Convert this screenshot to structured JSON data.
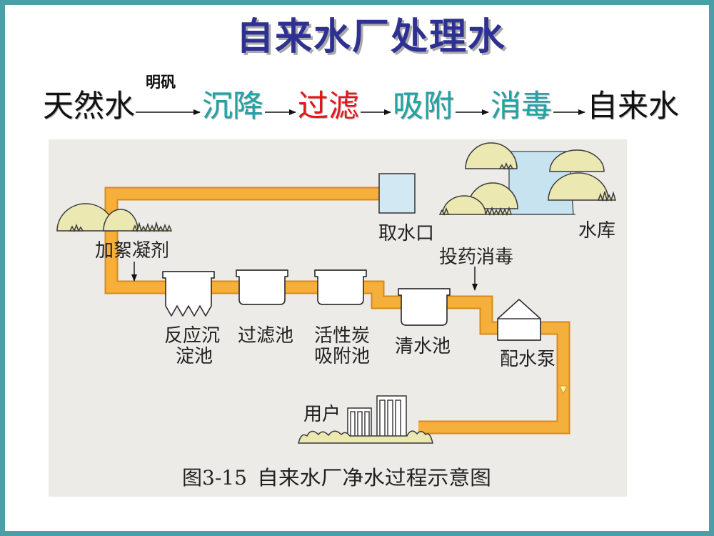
{
  "title": "自来水厂处理水",
  "flow": {
    "steps": [
      {
        "label": "天然水",
        "color": "#111111"
      },
      {
        "label": "沉降",
        "color": "#1fa3a4"
      },
      {
        "label": "过滤",
        "color": "#e8141b"
      },
      {
        "label": "吸附",
        "color": "#1fa3a4"
      },
      {
        "label": "消毒",
        "color": "#1fa3a4"
      },
      {
        "label": "自来水",
        "color": "#111111"
      }
    ],
    "first_arrow_label": "明矾"
  },
  "diagram": {
    "intake": "取水口",
    "reservoir": "水库",
    "coagulant": "加絮凝剂",
    "sedimentation_tank": [
      "反应沉",
      "淀池"
    ],
    "filter_tank": "过滤池",
    "carbon_tank": [
      "活性炭",
      "吸附池"
    ],
    "clear_water_tank": "清水池",
    "disinfection": "投药消毒",
    "pump": "配水泵",
    "users": "用户",
    "caption": {
      "number": "图3-15",
      "text": "自来水厂净水过程示意图"
    }
  },
  "colors": {
    "title": "#2e3192",
    "frame": "#4a9fa6",
    "pipe": "#f4b03a",
    "water": "#c6e3ef",
    "hill": "#ebe8b2"
  }
}
